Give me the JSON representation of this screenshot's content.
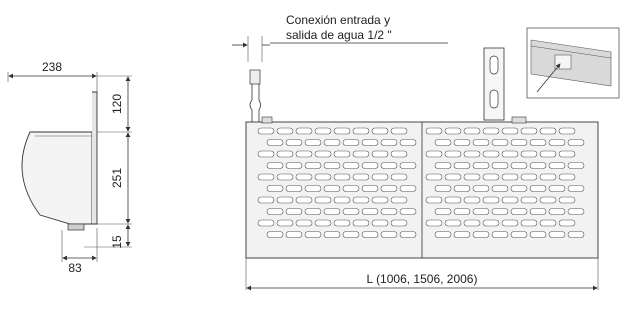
{
  "side_view": {
    "width_label": "238",
    "top_label": "120",
    "middle_label": "251",
    "bottom_label": "15",
    "depth_label": "83"
  },
  "front_view": {
    "connection_label_line1": "Conexión entrada y",
    "connection_label_line2": "salida de agua 1/2 \"",
    "length_label": "L (1006, 1506, 2006)",
    "slot_rows": 10
  },
  "colors": {
    "line": "#333333",
    "panel_fill": "#f2f2f2",
    "inset_fill": "#d9d9d9"
  }
}
